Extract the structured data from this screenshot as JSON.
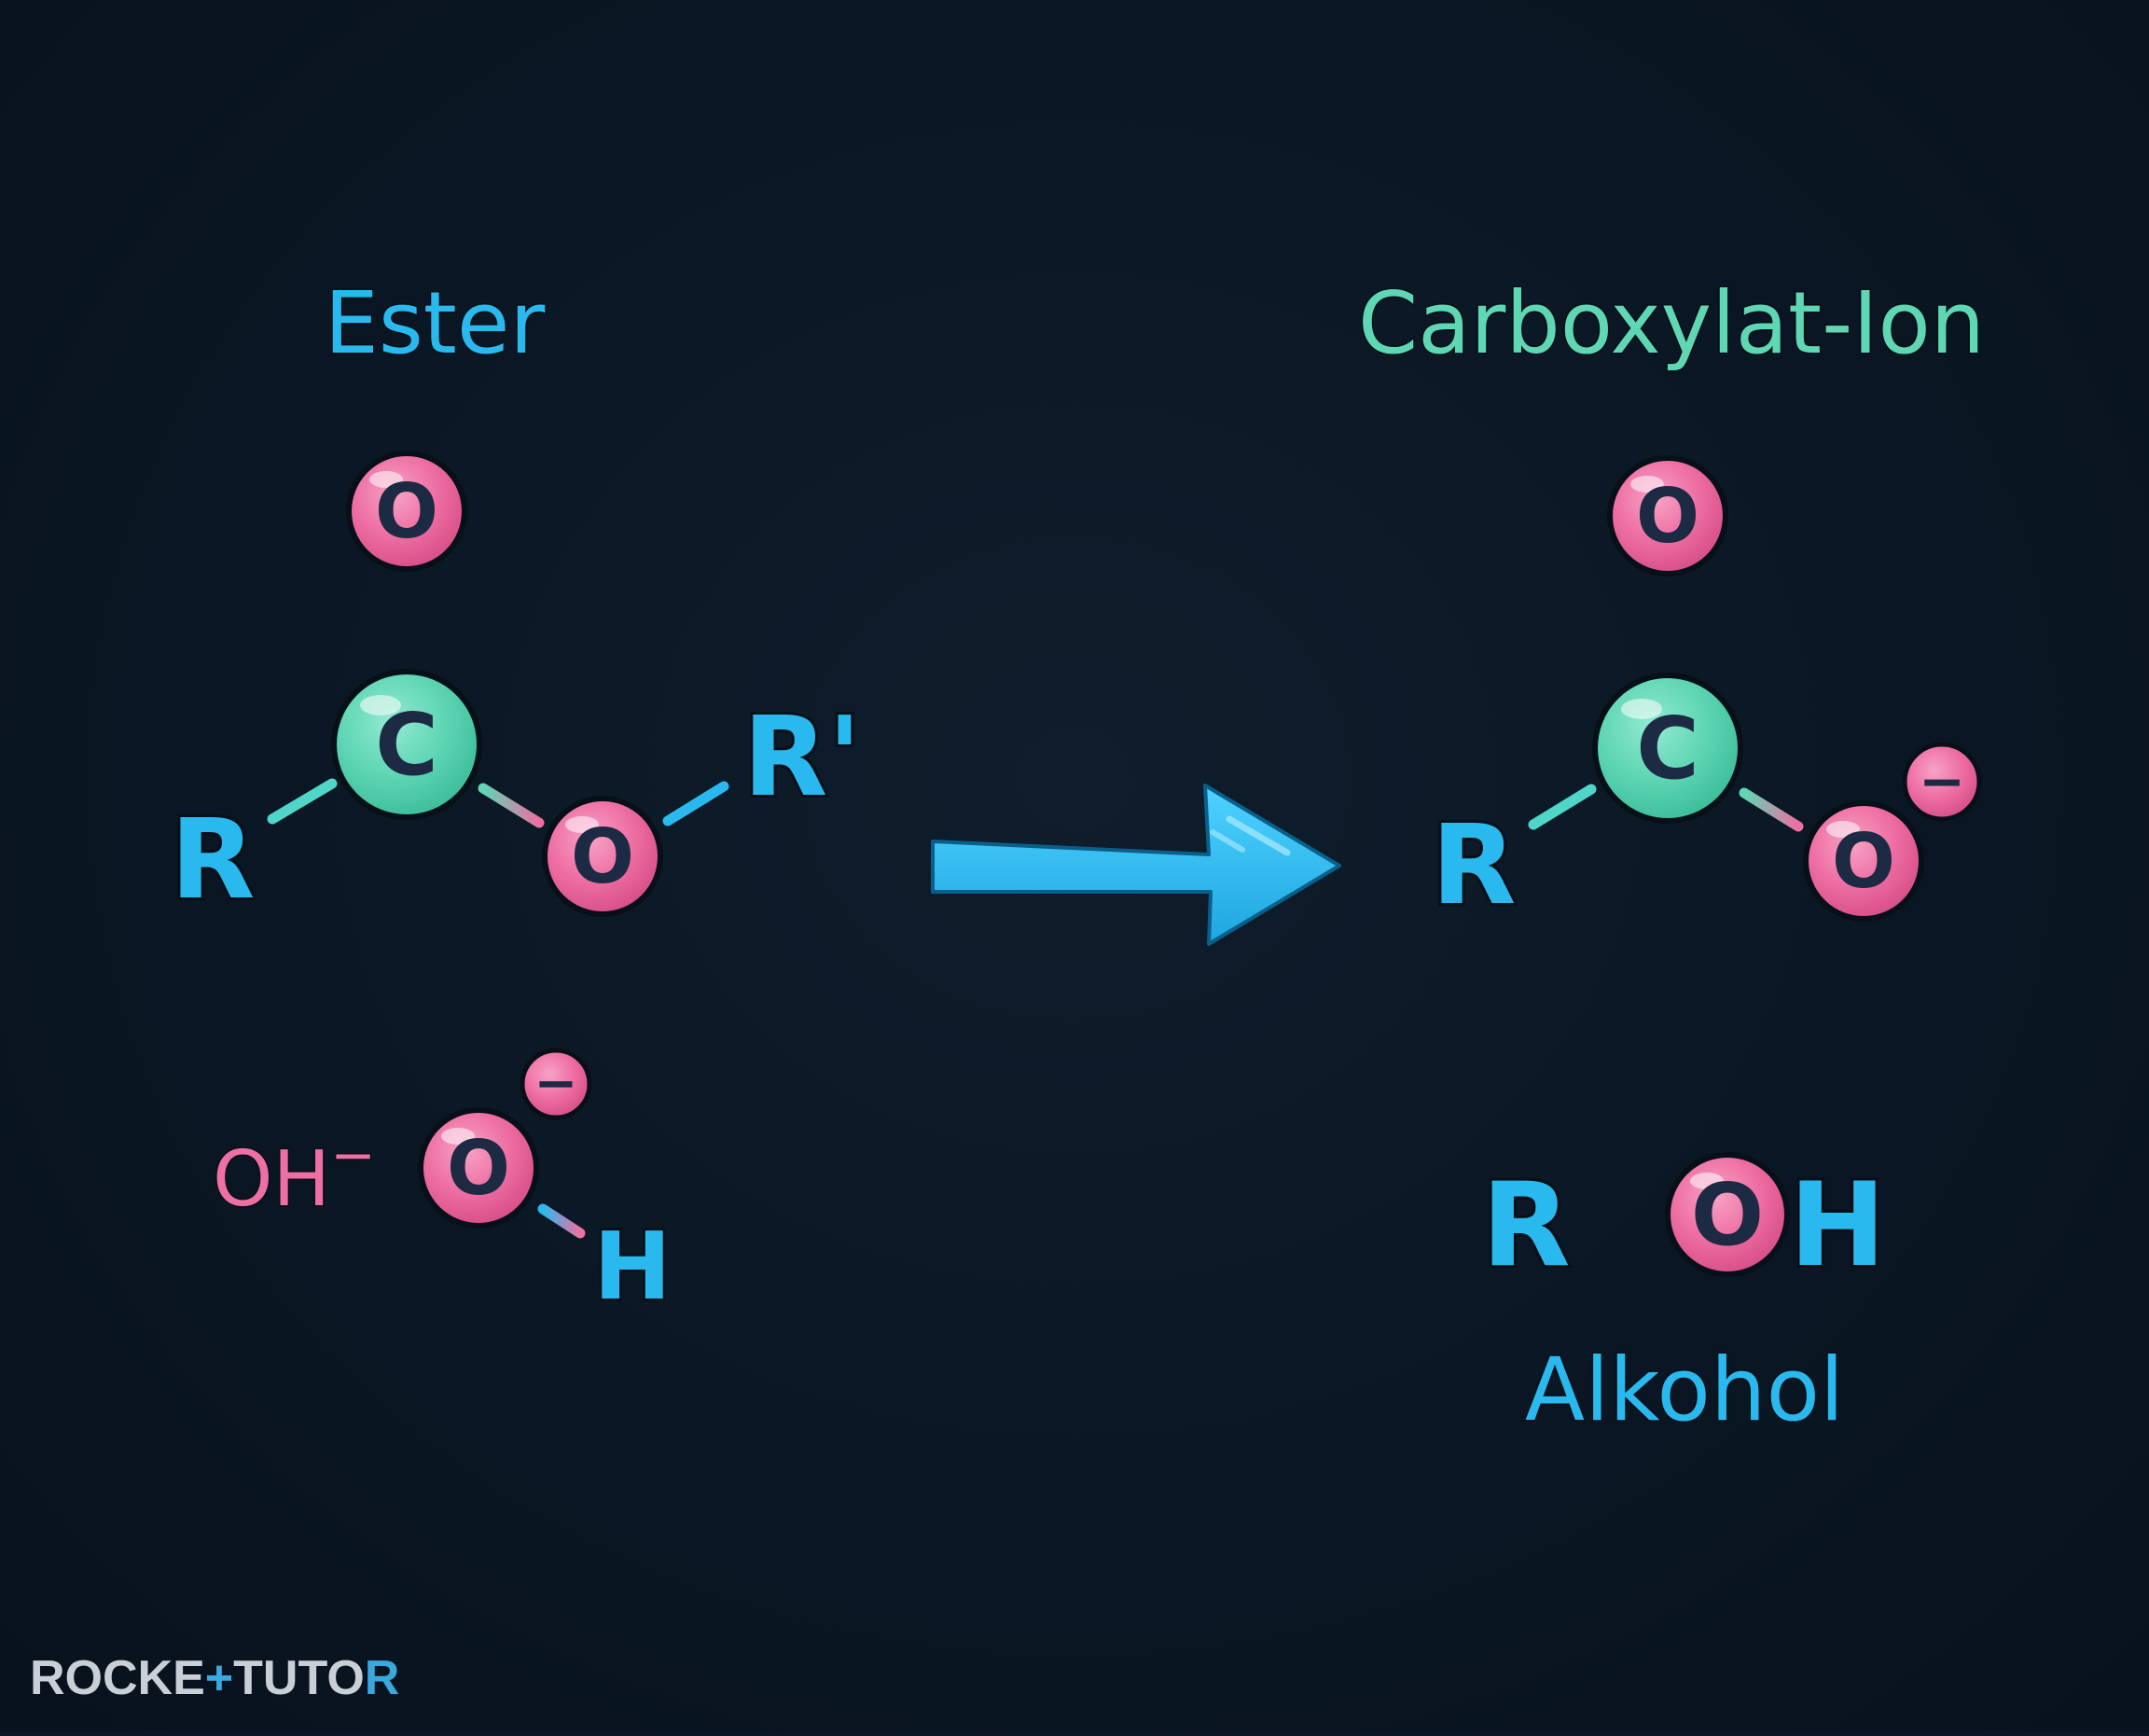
{
  "colors": {
    "background": "#0b1724",
    "cyan": "#29b9ef",
    "teal": "#5fd6b4",
    "pink": "#ee6fa3",
    "dark_text": "#1d2a44",
    "logo_gray": "#c9cfd6",
    "logo_blue": "#3aa8dc"
  },
  "ester": {
    "title": "Ester",
    "carbonyl_oxygen": "O",
    "carbon": "C",
    "ester_oxygen": "O",
    "r_group": "R",
    "r_prime_group": "R'"
  },
  "hydroxide": {
    "formula": "OH",
    "formula_charge": "−",
    "oxygen": "O",
    "oxygen_charge": "−",
    "hydrogen": "H"
  },
  "carboxylate": {
    "title": "Carboxylat-Ion",
    "carbonyl_oxygen": "O",
    "carbon": "C",
    "anion_oxygen": "O",
    "anion_charge": "−",
    "r_group": "R"
  },
  "alcohol": {
    "r_group": "R",
    "oxygen": "O",
    "hydrogen": "H",
    "name": "Alkohol"
  },
  "reaction_arrow": {
    "icon": "arrow-right-icon"
  },
  "logo": {
    "part1": "ROCKE",
    "plus": "+",
    "part2": "TUTO",
    "part3": "R"
  }
}
